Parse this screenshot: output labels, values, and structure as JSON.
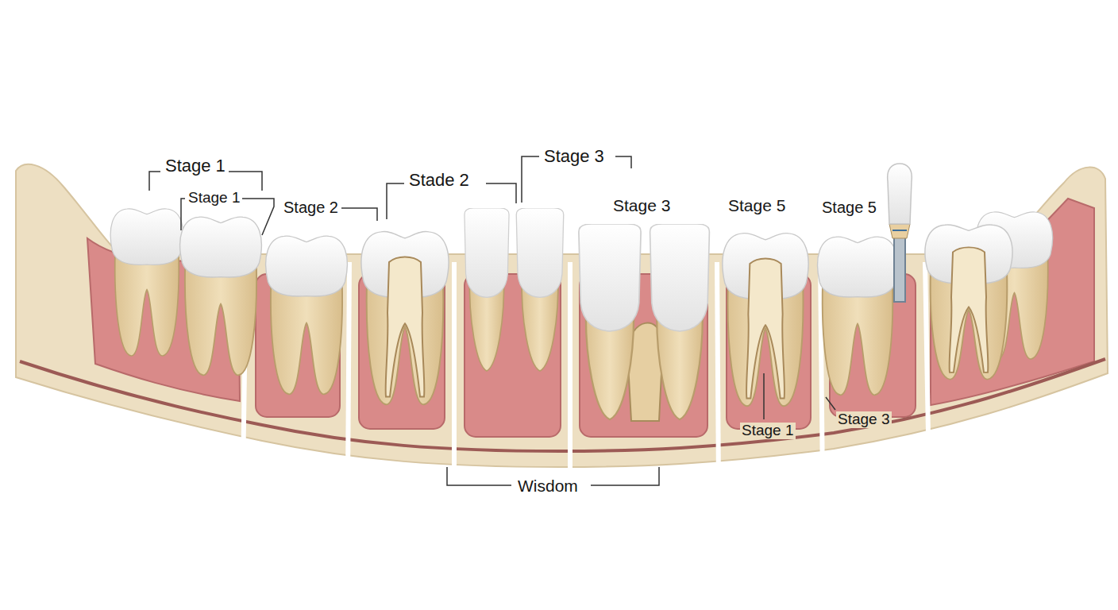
{
  "diagram": {
    "labels": [
      "Stage 1",
      "Stage 1",
      "Stage 2",
      "Stade 2",
      "Stage 3",
      "Stage 3",
      "Stage 5",
      "Stage 5",
      "Stage 1",
      "Stage 3",
      "Wisdom"
    ]
  }
}
